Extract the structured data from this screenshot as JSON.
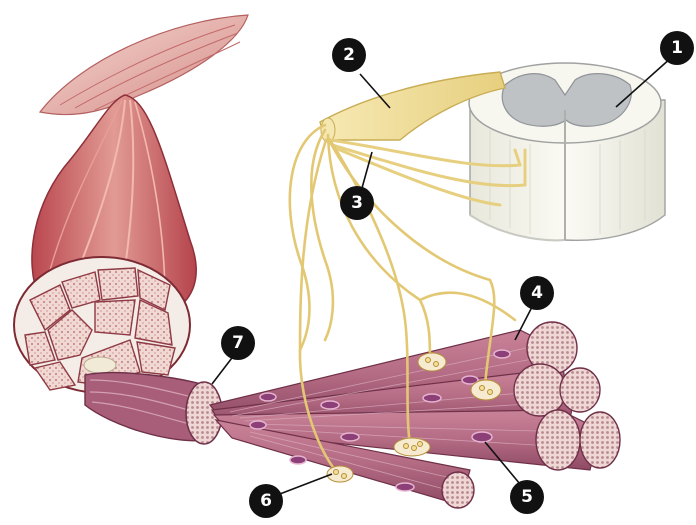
{
  "diagram": {
    "markers": [
      "1",
      "2",
      "3",
      "4",
      "5",
      "6",
      "7"
    ]
  },
  "colors": {
    "muscle_light": "#e6a39b",
    "muscle_mid": "#cc6f6a",
    "muscle_dark": "#9c3f44",
    "fiber_pink": "#c9859a",
    "fiber_dark": "#8e4862",
    "nerve_yellow": "#f2e1a0",
    "nerve_outline": "#c9ad55",
    "cord_white": "#f3f2ea",
    "cord_gray": "#b9bcbf",
    "marker_black": "#111111"
  }
}
